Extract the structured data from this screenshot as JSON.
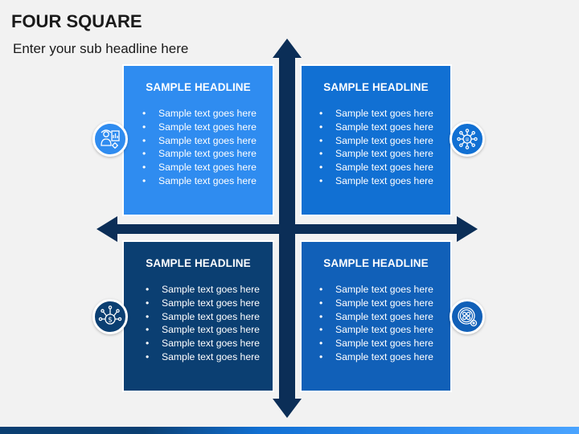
{
  "header": {
    "title": "FOUR SQUARE",
    "subtitle": "Enter your sub headline here"
  },
  "quadrants": [
    {
      "headline": "SAMPLE HEADLINE",
      "color": "#2f8cf0",
      "icon": "engineer-chart-icon",
      "items": [
        "Sample text goes here",
        "Sample text goes here",
        "Sample text goes here",
        "Sample text goes here",
        "Sample text goes here",
        "Sample text goes here"
      ]
    },
    {
      "headline": "SAMPLE HEADLINE",
      "color": "#1170d3",
      "icon": "network-hub-icon",
      "items": [
        "Sample text goes here",
        "Sample text goes here",
        "Sample text goes here",
        "Sample text goes here",
        "Sample text goes here",
        "Sample text goes here"
      ]
    },
    {
      "headline": "SAMPLE HEADLINE",
      "color": "#0b3f72",
      "icon": "dollar-network-icon",
      "items": [
        "Sample text goes here",
        "Sample text goes here",
        "Sample text goes here",
        "Sample text goes here",
        "Sample text goes here",
        "Sample text goes here"
      ]
    },
    {
      "headline": "SAMPLE HEADLINE",
      "color": "#1160b8",
      "icon": "virus-search-icon",
      "items": [
        "Sample text goes here",
        "Sample text goes here",
        "Sample text goes here",
        "Sample text goes here",
        "Sample text goes here",
        "Sample text goes here"
      ]
    }
  ],
  "colors": {
    "arrow": "#0b2e57",
    "background": "#f2f2f2"
  }
}
